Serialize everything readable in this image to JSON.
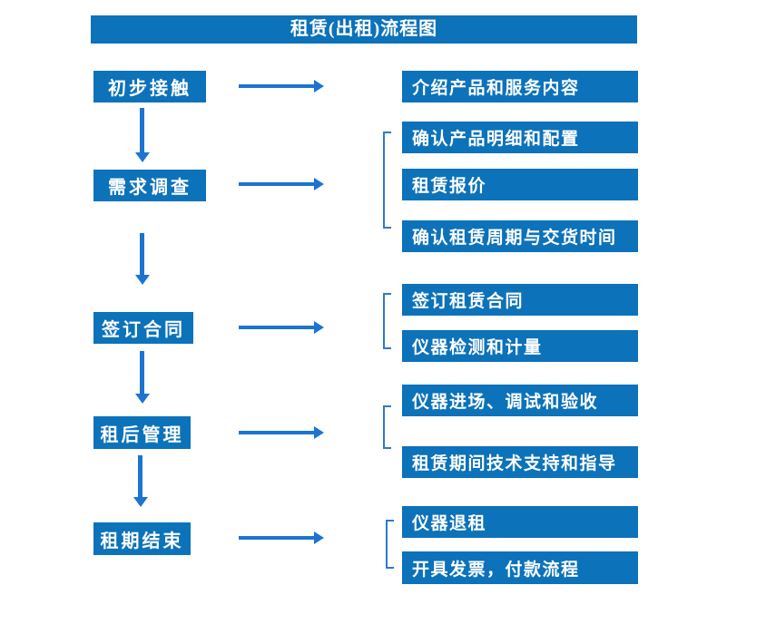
{
  "title": "租赁(出租)流程图",
  "colors": {
    "box_blue": "#0c72ba",
    "arrow_blue": "#1d74d0",
    "bracket_blue": "#2d7ac9",
    "text_white": "#ffffff"
  },
  "steps": [
    {
      "label": "初步接触",
      "outputs": [
        "介绍产品和服务内容"
      ]
    },
    {
      "label": "需求调查",
      "outputs": [
        "确认产品明细和配置",
        "租赁报价",
        "确认租赁周期与交货时间"
      ]
    },
    {
      "label": "签订合同",
      "outputs": [
        "签订租赁合同",
        "仪器检测和计量"
      ]
    },
    {
      "label": "租后管理",
      "outputs": [
        "仪器进场、调试和验收",
        "租赁期间技术支持和指导"
      ]
    },
    {
      "label": "租期结束",
      "outputs": [
        "仪器退租",
        "开具发票，付款流程"
      ]
    }
  ]
}
